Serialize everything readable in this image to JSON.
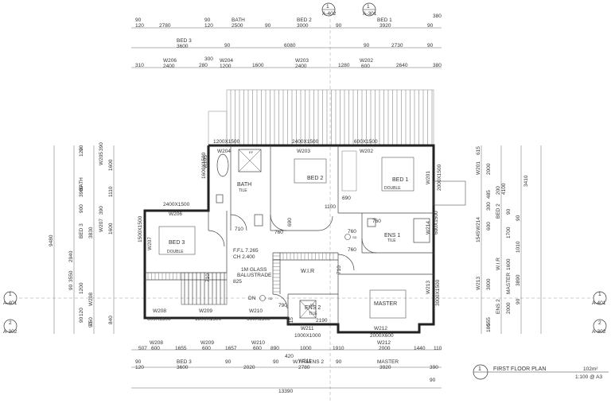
{
  "top_dims": {
    "row1": [
      "90",
      "120",
      "2780",
      "90",
      "120",
      "BATH",
      "2500",
      "90",
      "BED 2",
      "3000",
      "90",
      "BED 1",
      "3920",
      "90",
      "380"
    ],
    "row2": [
      "BED 3",
      "3600",
      "90",
      "6080",
      "90",
      "2730",
      "90"
    ],
    "row3": [
      "310",
      "W206",
      "2400",
      "280",
      "300",
      "W204",
      "1200",
      "1600",
      "W203",
      "2400",
      "1280",
      "W202",
      "600",
      "2640",
      "380"
    ]
  },
  "callouts": [
    {
      "num": "1",
      "sheet": "A-402"
    },
    {
      "num": "1",
      "sheet": "A-301"
    },
    {
      "num": "1",
      "sheet": "A-401"
    },
    {
      "num": "2",
      "sheet": "A-302"
    },
    {
      "num": "1",
      "sheet": "A-401"
    },
    {
      "num": "2",
      "sheet": "A-302"
    }
  ],
  "rooms": {
    "bed3": {
      "name": "BED 3",
      "sub": "DOUBLE"
    },
    "bath": {
      "name": "BATH",
      "sub": "TILE"
    },
    "bed2": {
      "name": "BED 2"
    },
    "bed1": {
      "name": "BED 1",
      "sub": "DOUBLE"
    },
    "ens1": {
      "name": "ENS 1",
      "sub": "TILE"
    },
    "wir": {
      "name": "W.I.R"
    },
    "ens2": {
      "name": "ENS 2",
      "sub": "TILE"
    },
    "master": {
      "name": "MASTER"
    }
  },
  "notes": {
    "ffl": "F.F.L 7.265",
    "ch": "CH 2.400",
    "balustrade1": "1M GLASS",
    "balustrade2": "BALUSTRADE",
    "dn": "DN",
    "sd": "SD",
    "ef": "EF"
  },
  "windows": [
    "1200X1500",
    "W204",
    "2400X1500",
    "W203",
    "600X1500",
    "W202",
    "W205",
    "1600X1500",
    "W206",
    "2400X1500",
    "W207",
    "1500X1500",
    "W201",
    "2000X1500",
    "W214",
    "600X1500",
    "W213",
    "3000X1500",
    "W208",
    "600X1500",
    "W209",
    "1800X1500",
    "W210",
    "600X1500",
    "W211",
    "1000X1000",
    "W212",
    "2000X600"
  ],
  "inner_dims": [
    "690",
    "1100",
    "760",
    "710",
    "760",
    "690",
    "760",
    "760",
    "710",
    "825",
    "790",
    "915",
    "2190",
    "710"
  ],
  "left_dims": [
    "90",
    "120",
    "390",
    "W205",
    "1600",
    "1110",
    "BATH",
    "3900",
    "900",
    "390",
    "W207",
    "1600",
    "9480",
    "2940",
    "BED 3",
    "3830",
    "3550",
    "90",
    "1200",
    "W208",
    "120",
    "90",
    "750",
    "90",
    "840"
  ],
  "right_dims": [
    "615",
    "W201",
    "2000",
    "485",
    "200",
    "300",
    "BED 2",
    "4100",
    "3410",
    "90",
    "1545",
    "W214",
    "600",
    "90",
    "1700",
    "1010",
    "W.I.R",
    "1600",
    "W213",
    "3000",
    "ENS 2",
    "2000",
    "MASTER",
    "3890",
    "90",
    "555",
    "180"
  ],
  "bottom_dims": {
    "row1": [
      "507",
      "W208",
      "600",
      "1655",
      "W209",
      "600",
      "1657",
      "W210",
      "600",
      "890",
      "1000",
      "1910",
      "W212",
      "2000",
      "1440",
      "110"
    ],
    "row2": [
      "420",
      "W211"
    ],
    "row3": [
      "90",
      "120",
      "BED 3",
      "3600",
      "90",
      "2020",
      "90",
      "W.I.R&ENS 2",
      "2780",
      "90",
      "MASTER",
      "3920",
      "390"
    ],
    "row4": [
      "90"
    ],
    "total": "13390"
  },
  "title_block": {
    "num": "1",
    "title": "FIRST FLOOR PLAN",
    "area": "102m²",
    "scale": "1:100 @ A3"
  }
}
